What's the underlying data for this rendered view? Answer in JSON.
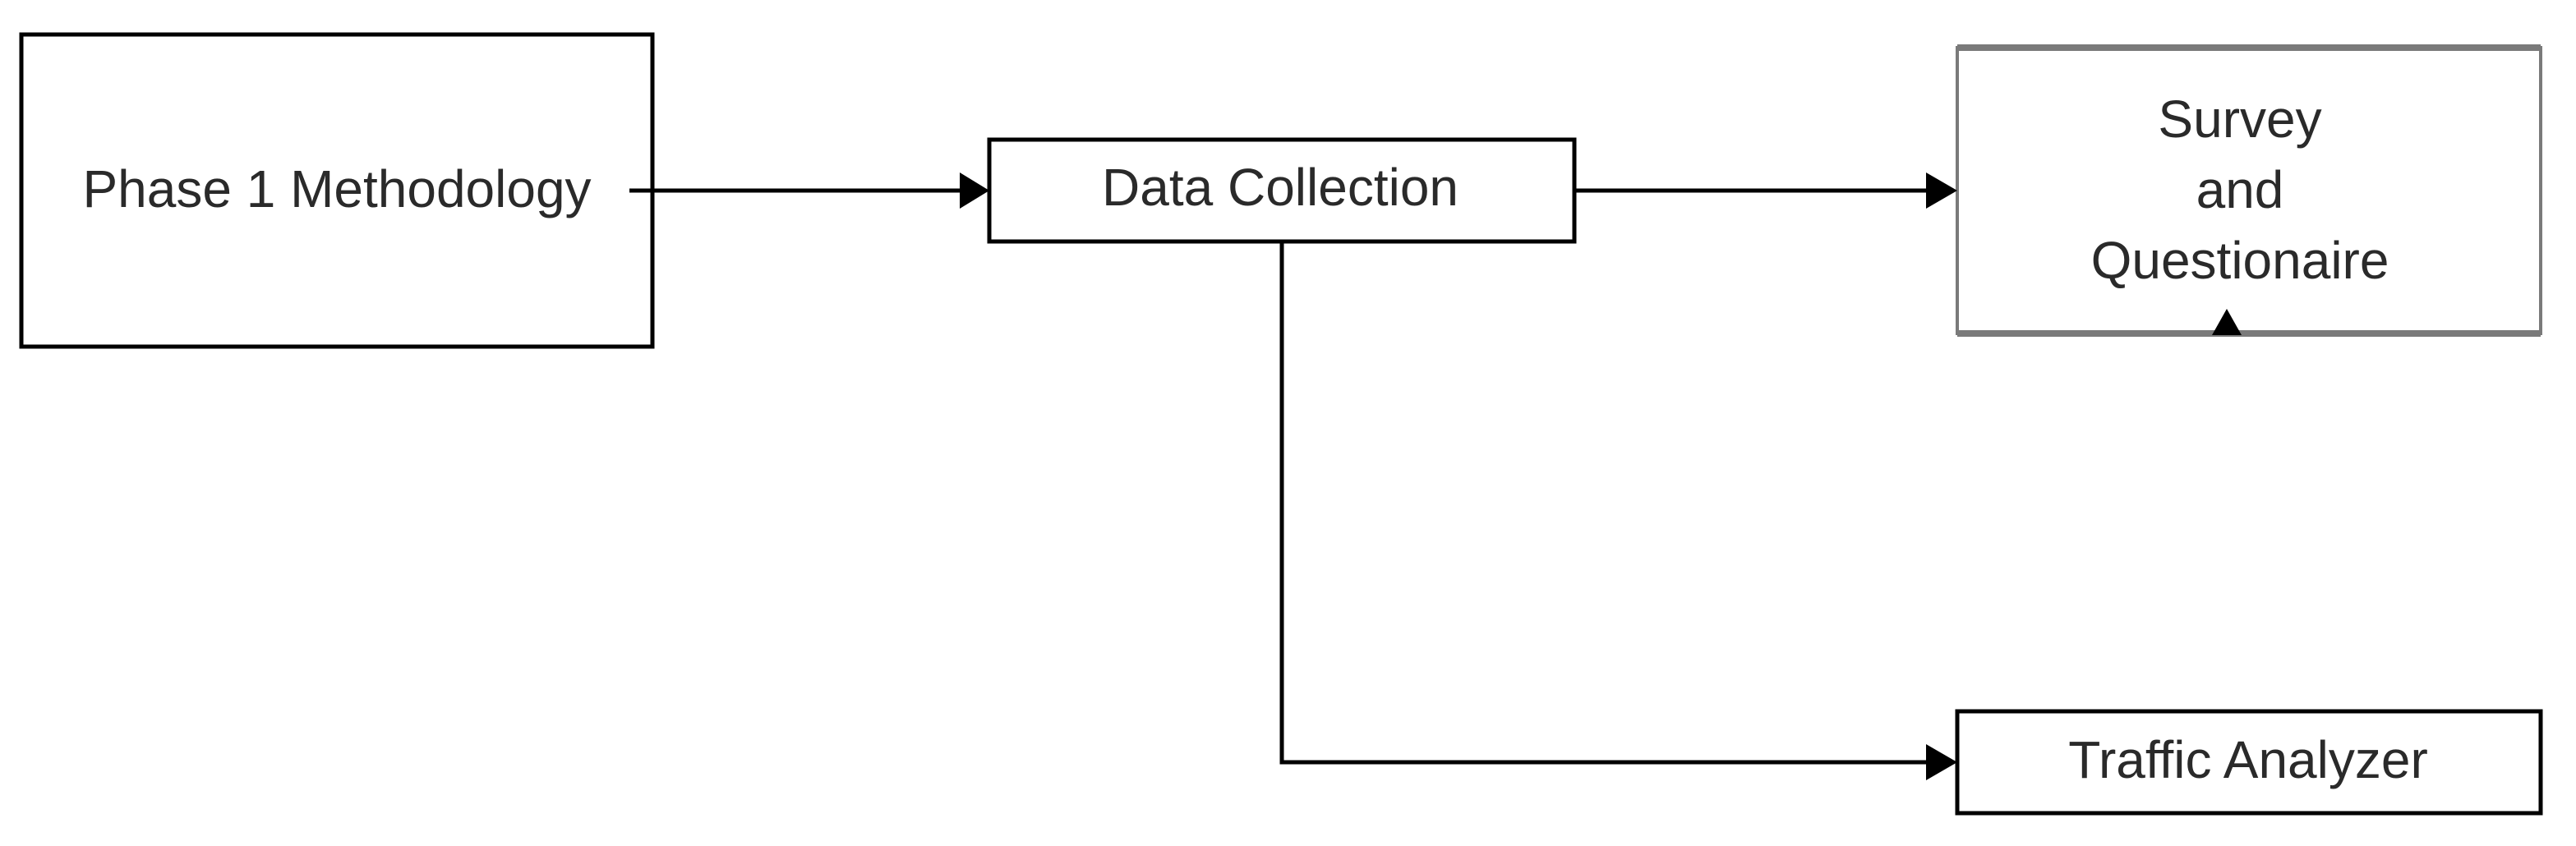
{
  "diagram": {
    "nodes": {
      "phase1": {
        "label": "Phase 1 Methodology"
      },
      "data_collection": {
        "label": "Data Collection"
      },
      "survey": {
        "lines": [
          "Survey",
          "and",
          "Questionaire"
        ]
      },
      "traffic": {
        "label": "Traffic Analyzer"
      }
    },
    "edges": [
      {
        "from": "phase1",
        "to": "data_collection"
      },
      {
        "from": "data_collection",
        "to": "survey"
      },
      {
        "from": "data_collection",
        "to": "traffic"
      }
    ],
    "colors": {
      "stroke": "#000000",
      "survey_border": "#7a7a7a",
      "text": "#2a2a2a",
      "background": "#ffffff"
    }
  }
}
